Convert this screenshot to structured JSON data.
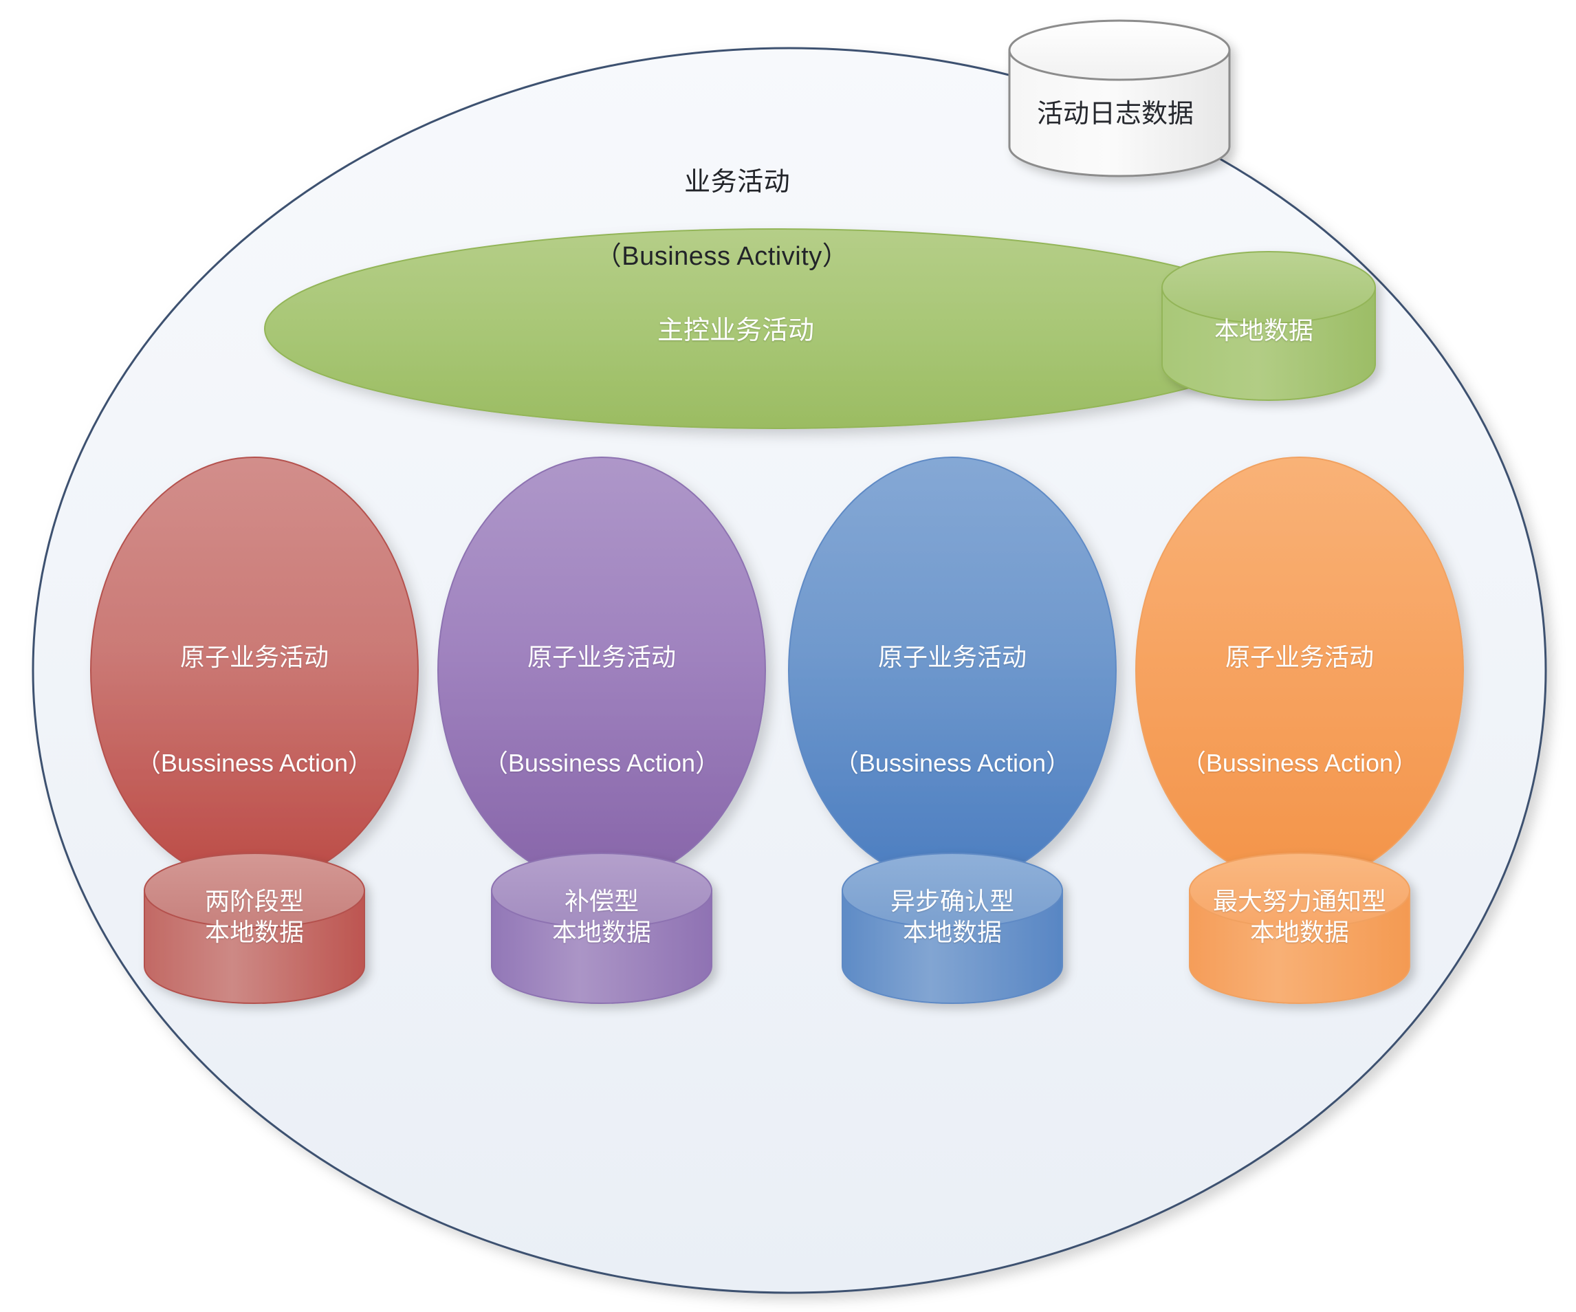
{
  "diagram": {
    "container": {
      "title_cn": "业务活动",
      "title_en": "（Business Activity）",
      "fill": "#f2f5fa",
      "border": "#3d5170"
    },
    "log_store": {
      "label": "活动日志数据",
      "fill_top": "#fcfcfc",
      "fill_bottom": "#eeeeee",
      "border": "#8c8c8c"
    },
    "master": {
      "label": "主控业务活动",
      "fill_top": "#adc87d",
      "fill_bottom": "#9dbd63",
      "border": "#93b558",
      "db_label": "本地数据"
    },
    "atoms": [
      {
        "name_cn": "原子业务活动",
        "name_en": "（Bussiness Action）",
        "subtype": "两阶段型",
        "db_label": "本地数据",
        "fill_top": "#d08b88",
        "fill_bottom": "#bd4a45",
        "border": "#b4514d",
        "db_top": "#cb8b88",
        "db_bottom": "#bd4f4a"
      },
      {
        "name_cn": "原子业务活动",
        "name_en": "（Bussiness Action）",
        "subtype": "补偿型",
        "db_label": "本地数据",
        "fill_top": "#ab93c6",
        "fill_bottom": "#8867ab",
        "border": "#8d72b1",
        "db_top": "#a993c4",
        "db_bottom": "#8a6cac"
      },
      {
        "name_cn": "原子业务活动",
        "name_en": "（Bussiness Action）",
        "subtype": "异步确认型",
        "db_label": "本地数据",
        "fill_top": "#80a4d2",
        "fill_bottom": "#4d7ec0",
        "border": "#5f8ac5",
        "db_top": "#7fa3d1",
        "db_bottom": "#5182c2"
      },
      {
        "name_cn": "原子业务活动",
        "name_en": "（Bussiness Action）",
        "subtype": "最大努力通知型",
        "db_label": "本地数据",
        "fill_top": "#f7ae70",
        "fill_bottom": "#f4954a",
        "border": "#f1a161",
        "db_top": "#f7ad6f",
        "db_bottom": "#f4984d"
      }
    ]
  }
}
